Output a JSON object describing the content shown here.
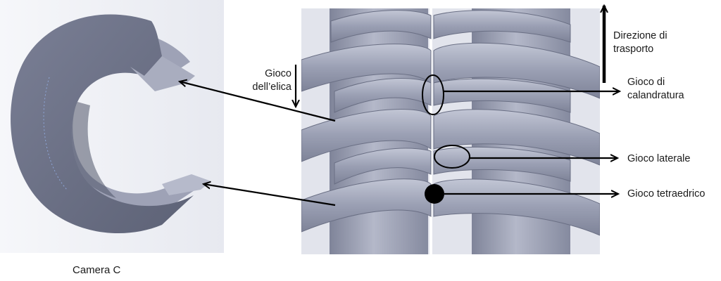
{
  "caption": "Camera C",
  "labels": {
    "direction": [
      "Direzione di",
      "trasporto"
    ],
    "helix_clearance": [
      "Gioco",
      "dell’elica"
    ],
    "calendering_clearance": [
      "Gioco di",
      "calandratura"
    ],
    "side_clearance": "Gioco laterale",
    "tetrahedral_clearance": "Gioco tetraedrico"
  },
  "colors": {
    "metal": "#8f93a8",
    "metal_light": "#bfc3d3",
    "metal_dark": "#5f6478",
    "bg_panel": "#e6e8ef",
    "ink": "#000000"
  }
}
